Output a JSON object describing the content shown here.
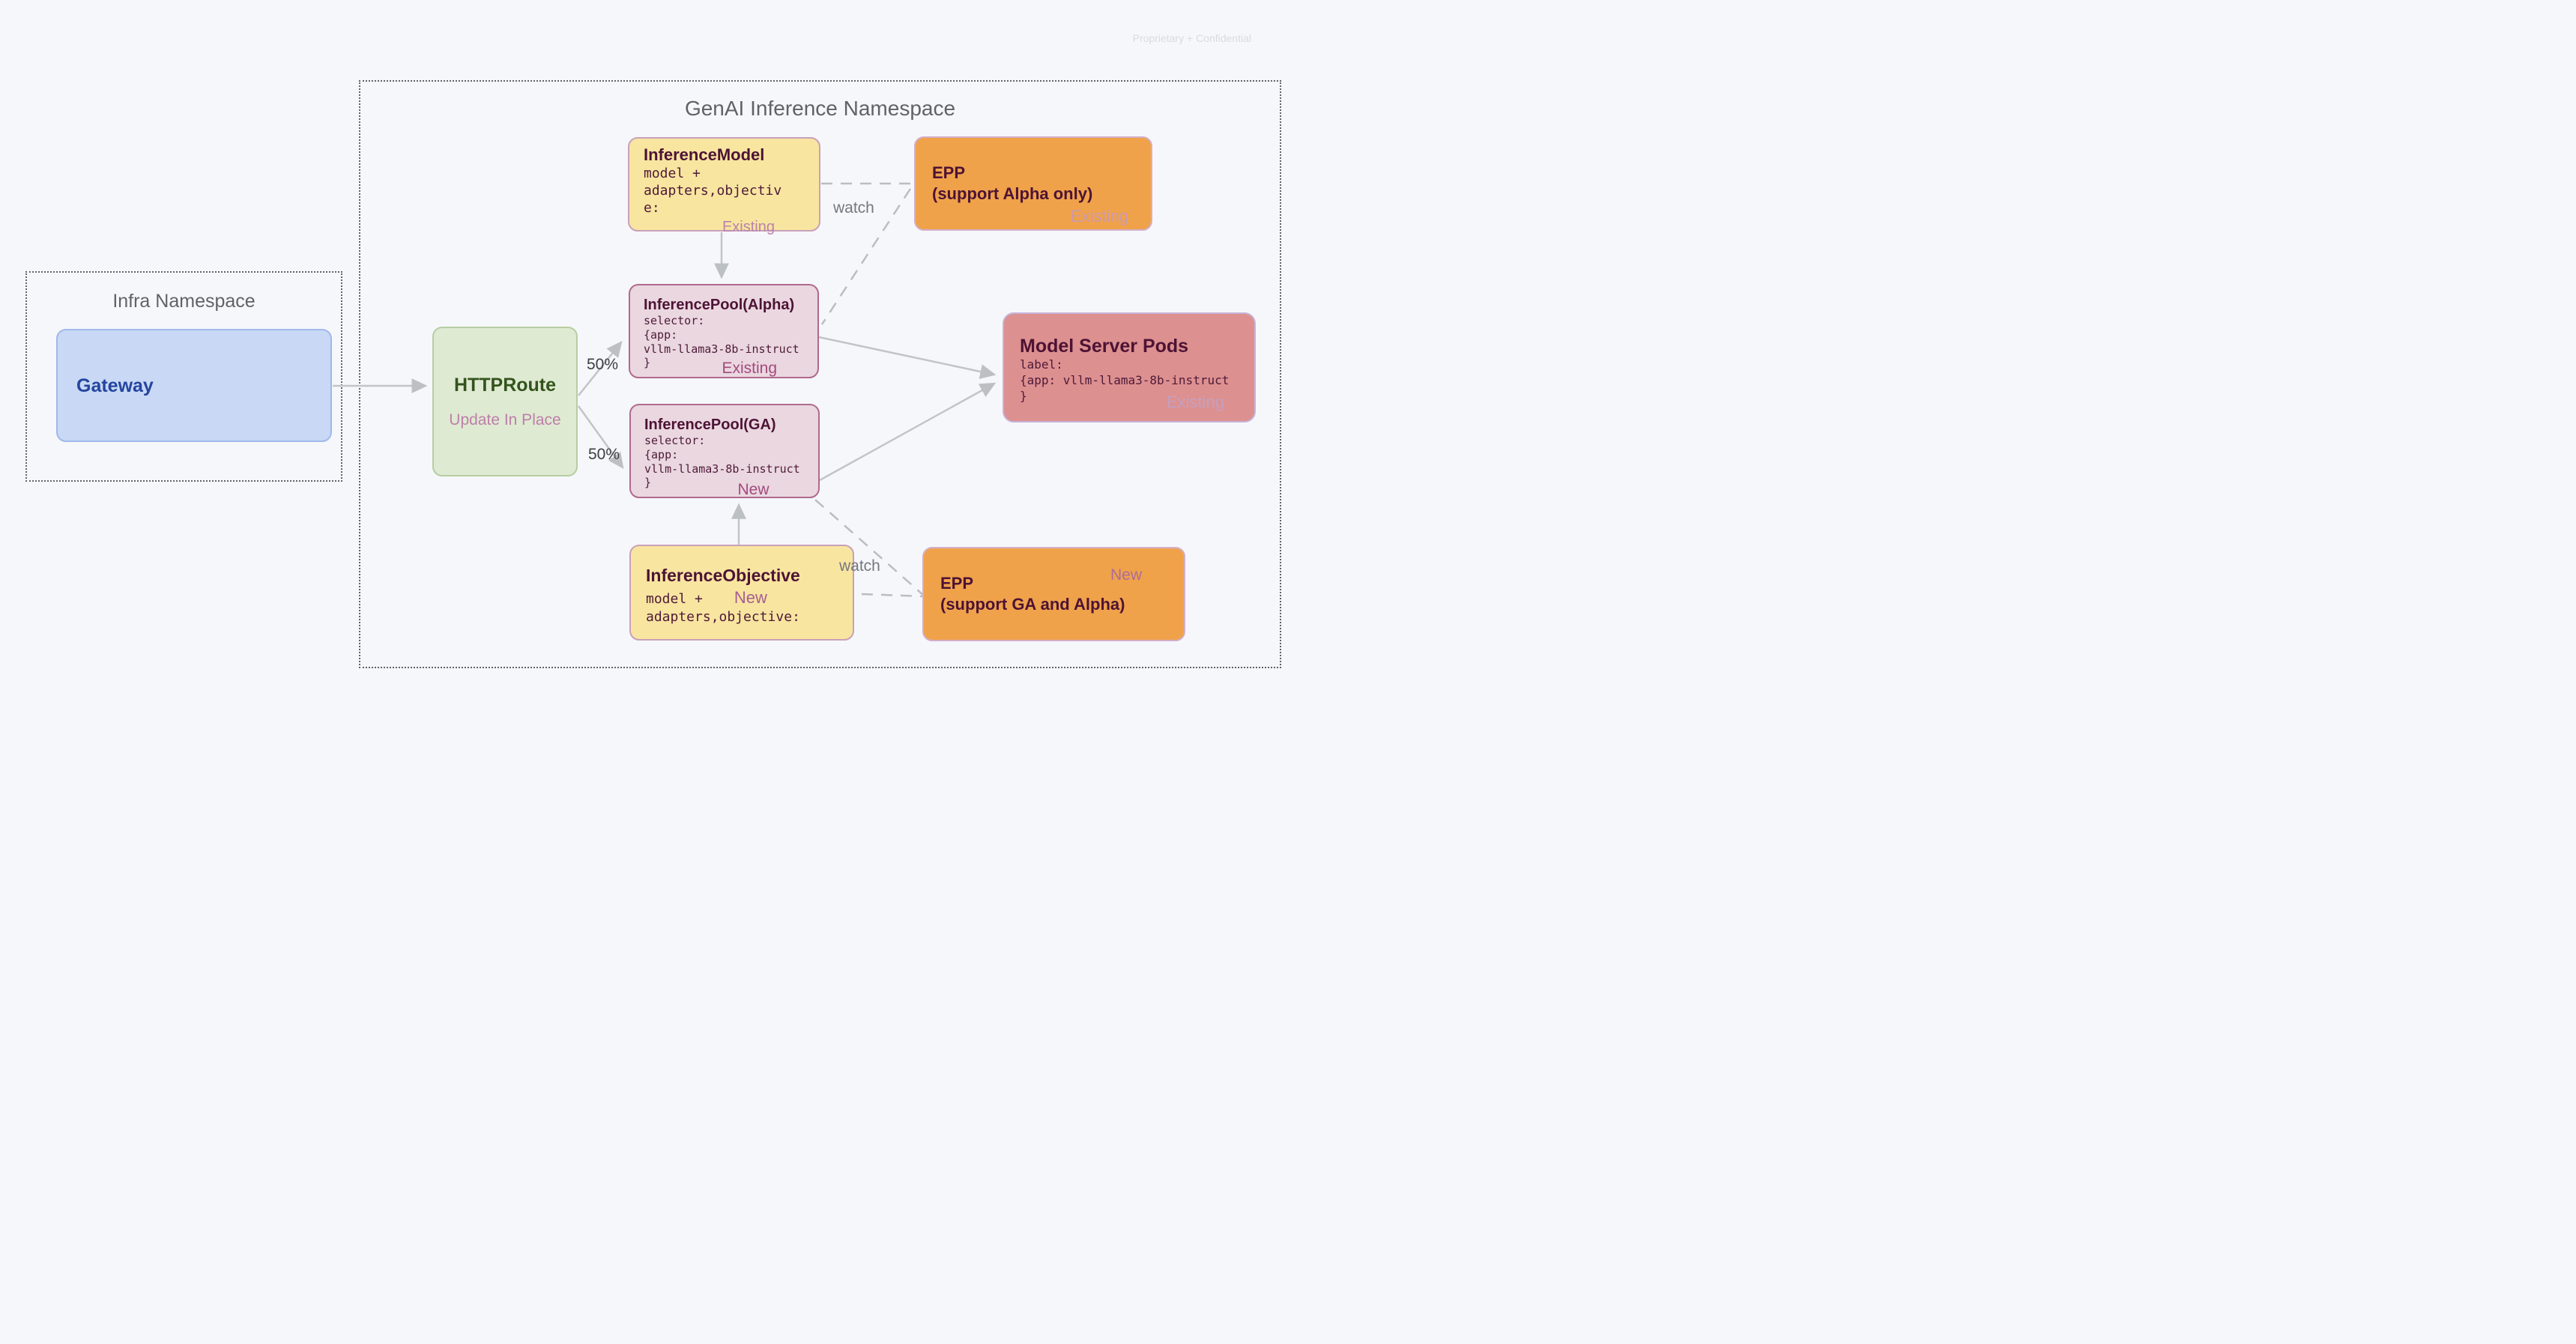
{
  "page": {
    "watermark": "Proprietary + Confidential",
    "background": "#f6f7fa"
  },
  "namespaces": {
    "genai": {
      "title": "GenAI Inference Namespace"
    },
    "infra": {
      "title": "Infra Namespace"
    }
  },
  "nodes": {
    "gateway": {
      "title": "Gateway",
      "color": "#c8d8f5"
    },
    "httproute": {
      "title": "HTTPRoute",
      "subtitle": "Update In Place",
      "color": "#dfead2"
    },
    "inference_model": {
      "title": "InferenceModel",
      "code_lines": [
        "model +",
        "adapters,objectiv",
        "e:"
      ],
      "tag": "Existing",
      "color": "#f8e5a0"
    },
    "epp_alpha": {
      "title_line1": "EPP",
      "title_line2": "(support Alpha only)",
      "tag": "Existing",
      "color": "#f0a24b"
    },
    "pool_alpha": {
      "title": "InferencePool(Alpha)",
      "code_lines": [
        "selector:",
        "{app:",
        "vllm-llama3-8b-instruct",
        "}"
      ],
      "tag": "Existing",
      "color": "#ead7e0"
    },
    "pool_ga": {
      "title": "InferencePool(GA)",
      "code_lines": [
        "selector:",
        "{app:",
        "vllm-llama3-8b-instruct",
        "}"
      ],
      "tag": "New",
      "color": "#ead7e0"
    },
    "model_server_pods": {
      "title": "Model Server Pods",
      "code_lines": [
        "label:",
        "{app: vllm-llama3-8b-instruct",
        "}"
      ],
      "tag": "Existing",
      "color": "#dd9090"
    },
    "inference_objective": {
      "title": "InferenceObjective",
      "code_line1": "model +",
      "code_line2": "adapters,objective:",
      "tag": "New",
      "color": "#f8e5a0"
    },
    "epp_ga": {
      "title_line1": "EPP",
      "title_line2": "(support GA and Alpha)",
      "tag": "New",
      "color": "#f0a24b"
    }
  },
  "edge_labels": {
    "split_top": "50%",
    "split_bottom": "50%",
    "watch_top": "watch",
    "watch_bottom": "watch"
  }
}
